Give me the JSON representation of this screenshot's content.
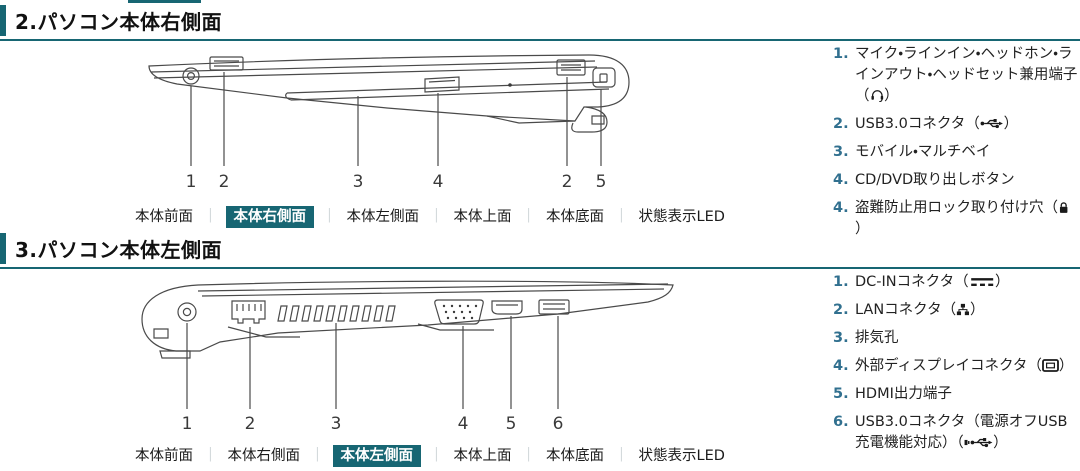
{
  "page": {
    "accent_color": "#176673",
    "number_color": "#31708f",
    "icon_paren_open": "（",
    "icon_paren_close": "）"
  },
  "nav_items": [
    "本体前面",
    "本体右側面",
    "本体左側面",
    "本体上面",
    "本体底面",
    "状態表示LED"
  ],
  "nav_separator": "｜",
  "sections": [
    {
      "heading": "2.パソコン本体右側面",
      "nav_active_index": 1,
      "diagram": {
        "name": "laptop-right-side-view",
        "callout_numbers": [
          "1",
          "2",
          "3",
          "4",
          "2",
          "5"
        ]
      },
      "ports": [
        {
          "num": "1.",
          "label": "マイク・ラインイン・ヘッドホン・ラインアウト・ヘッドセット兼用端子",
          "icon": "headset-icon"
        },
        {
          "num": "2.",
          "label": "USB3.0コネクタ",
          "icon": "usb-icon"
        },
        {
          "num": "3.",
          "label": "モバイル・マルチベイ",
          "icon": null
        },
        {
          "num": "4.",
          "label": "CD/DVD取り出しボタン",
          "icon": null
        },
        {
          "num": "4.",
          "label": "盗難防止用ロック取り付け穴",
          "icon": "lock-icon"
        }
      ]
    },
    {
      "heading": "3.パソコン本体左側面",
      "nav_active_index": 2,
      "diagram": {
        "name": "laptop-left-side-view",
        "callout_numbers": [
          "1",
          "2",
          "3",
          "4",
          "5",
          "6"
        ]
      },
      "ports": [
        {
          "num": "1.",
          "label": "DC-INコネクタ",
          "icon": "dc-in-icon"
        },
        {
          "num": "2.",
          "label": "LANコネクタ",
          "icon": "lan-icon"
        },
        {
          "num": "3.",
          "label": "排気孔",
          "icon": null
        },
        {
          "num": "4.",
          "label": "外部ディスプレイコネクタ",
          "icon": "display-icon"
        },
        {
          "num": "5.",
          "label": "HDMI出力端子",
          "icon": null
        },
        {
          "num": "6.",
          "label": "USB3.0コネクタ（電源オフUSB 充電機能対応）",
          "icon": "usb-charge-icon"
        }
      ]
    }
  ]
}
